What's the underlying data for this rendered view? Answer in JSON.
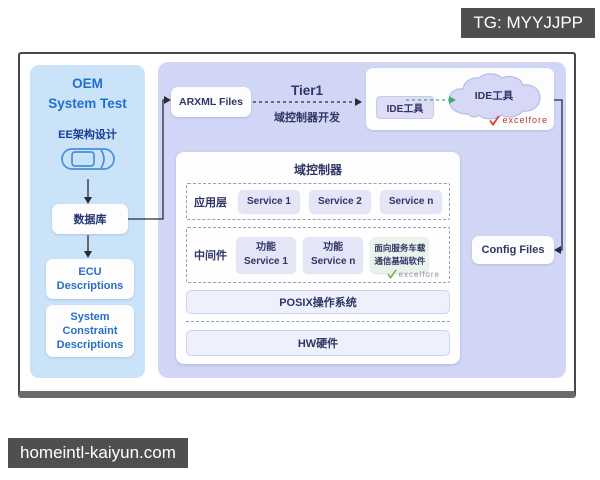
{
  "watermarks": {
    "tg_badge": "TG: MYYJJPP",
    "site_badge": "homeintl-kaiyun.com"
  },
  "colors": {
    "left_panel_bg": "#cbe3f9",
    "right_panel_bg": "#d2d6f6",
    "navy_text": "#2f3566",
    "blue_text": "#1f6fd0",
    "green_arrow": "#3fae6e",
    "vendor_logo_red": "#b03a2e",
    "vendor_logo_green": "#7ab648"
  },
  "left_panel": {
    "title": "OEM\nSystem Test",
    "ee_label": "EE架构设计",
    "boxes": [
      "数据库",
      "ECU Descriptions",
      "System Constraint Descriptions"
    ]
  },
  "tier1": {
    "arxml_label": "ARXML Files",
    "title": "Tier1",
    "subtitle": "域控制器开发",
    "ide_tool_box": "IDE工具",
    "ide_tool_cloud": "IDE工具",
    "vendor_logo": "excelfore",
    "config_files": "Config Files"
  },
  "domain_controller": {
    "title": "域控制器",
    "app_layer": {
      "label": "应用层",
      "services": [
        "Service 1",
        "Service 2",
        "Service n"
      ]
    },
    "middleware": {
      "label": "中间件",
      "func_services": [
        "功能\nService 1",
        "功能\nService n"
      ],
      "soa_box": "面向服务车载\n通信基础软件",
      "vendor_logo": "excelfore"
    },
    "posix": "POSIX操作系统",
    "hw": "HW硬件"
  }
}
